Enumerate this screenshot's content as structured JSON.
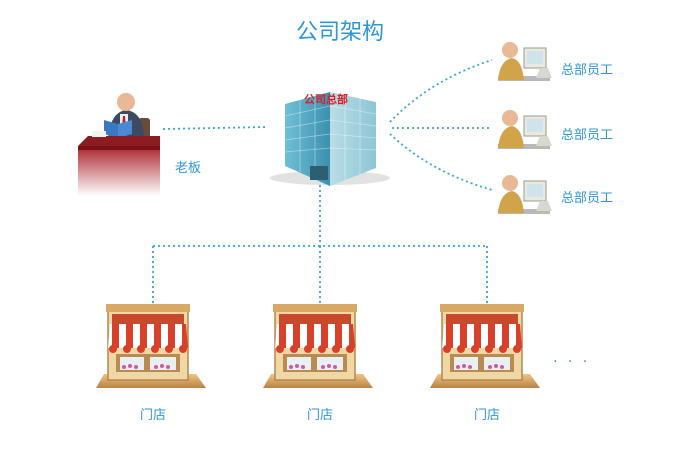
{
  "title": "公司架构",
  "headquarters": {
    "sign": "公司总部"
  },
  "boss": {
    "label": "老板"
  },
  "employees": [
    {
      "label": "总部员工"
    },
    {
      "label": "总部员工"
    },
    {
      "label": "总部员工"
    }
  ],
  "stores": [
    {
      "label": "门店"
    },
    {
      "label": "门店"
    },
    {
      "label": "门店"
    }
  ],
  "more_marker": "· · ·",
  "colors": {
    "accent": "#2f97d6",
    "connector": "#3aa6dc",
    "sign": "#d8202a",
    "desk": "#a8232c",
    "awning_red": "#d8402a",
    "building": "#5fb7cf"
  }
}
